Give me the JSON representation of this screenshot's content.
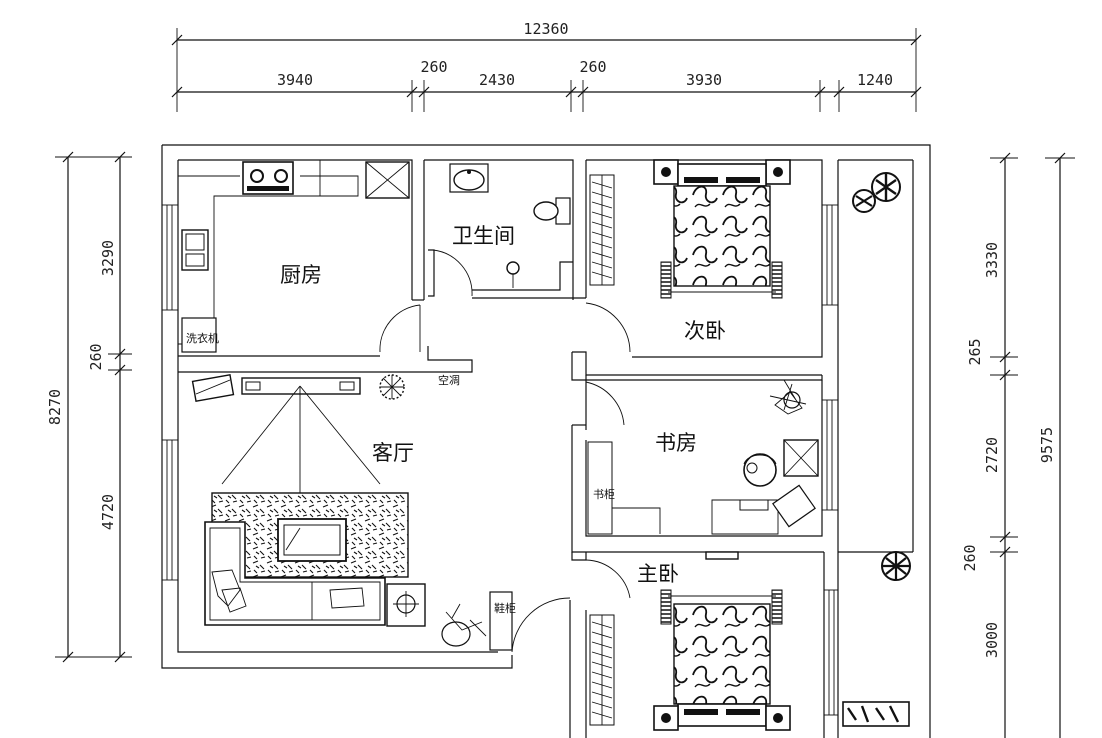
{
  "dimensions": {
    "top_total": "12360",
    "top_segments": [
      "3940",
      "260",
      "2430",
      "260",
      "3930",
      "1240"
    ],
    "left_total": "8270",
    "left_segments": [
      "3290",
      "260",
      "4720"
    ],
    "right_total": "9575",
    "right_segments": [
      "3330",
      "265",
      "2720",
      "260",
      "3000"
    ]
  },
  "rooms": {
    "kitchen": "厨房",
    "bathroom": "卫生间",
    "second_bedroom": "次卧",
    "living_room": "客厅",
    "study": "书房",
    "master_bedroom": "主卧"
  },
  "labels": {
    "washer": "洗衣机",
    "ac_vent": "空凋",
    "bookshelf": "书柜",
    "shoe_cabinet": "鞋柜"
  }
}
